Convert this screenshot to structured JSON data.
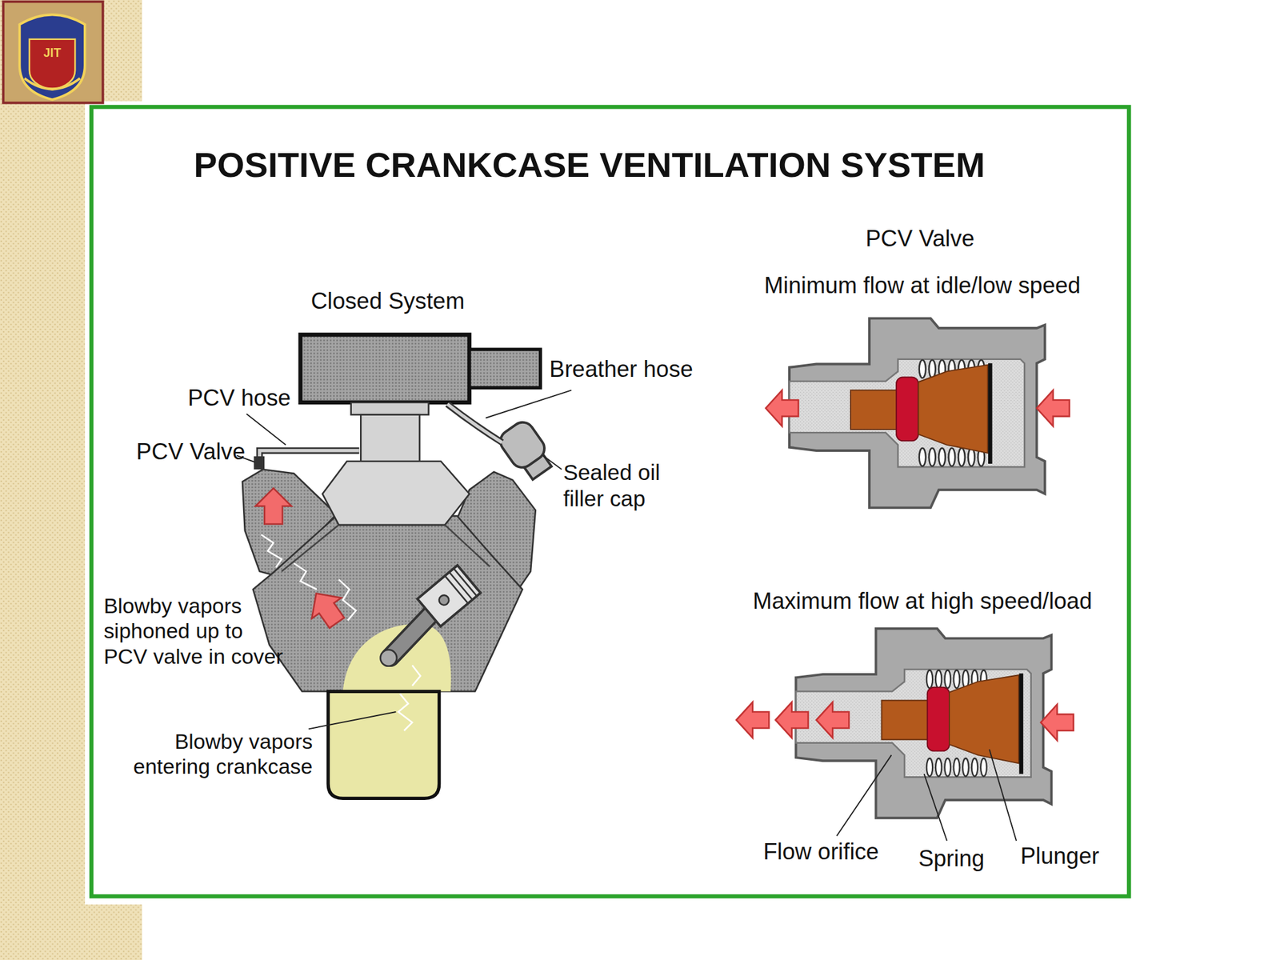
{
  "diagram": {
    "title": "POSITIVE CRANKCASE VENTILATION SYSTEM",
    "labels": [
      "JIT",
      "Closed System",
      "Breather hose",
      "PCV hose",
      "PCV Valve",
      "Sealed oil filler cap",
      "Blowby vapors siphoned up to PCV valve in cover",
      "Blowby vapors entering crankcase",
      "PCV Valve",
      "Minimum flow at idle/low speed",
      "Maximum flow at high speed/load",
      "Flow orifice",
      "Spring",
      "Plunger"
    ]
  }
}
